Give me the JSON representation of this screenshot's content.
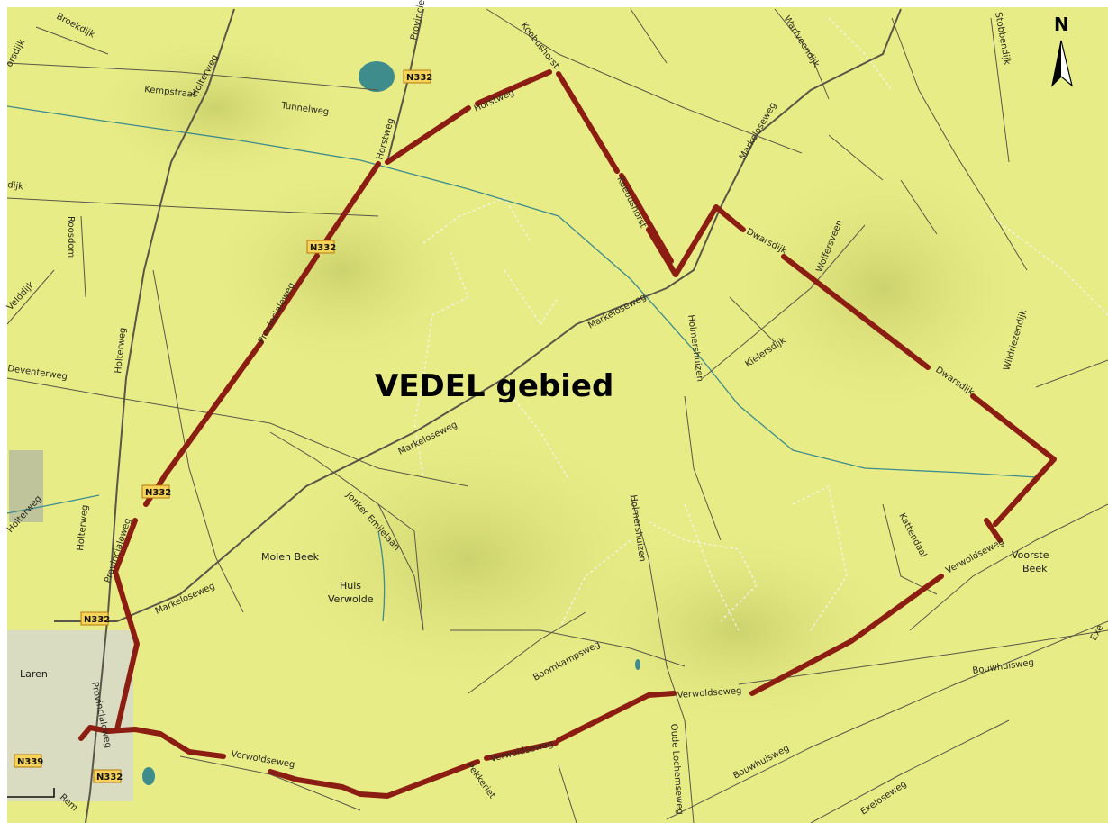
{
  "title": "VEDEL gebied",
  "north_label": "N",
  "colors": {
    "land": "#e8ec86",
    "road": "#5a5648",
    "route": "#8b1d12",
    "water": "#3e8c8c",
    "shield": "#f7d35a"
  },
  "places": {
    "molen_beek": "Molen Beek",
    "huis": "Huis",
    "verwolde": "Verwolde",
    "voorste": "Voorste",
    "beek": "Beek",
    "laren": "Laren"
  },
  "shields": [
    "N332",
    "N332",
    "N332",
    "N332",
    "N332",
    "N339"
  ],
  "roads": {
    "broekdijk": "Broekdijk",
    "orsdijk": "orsdijk",
    "kempstraat": "Kempstraat",
    "holterweg": "Holterweg",
    "tunnelweg": "Tunnelweg",
    "horstweg": "Horstweg",
    "koebushorst": "Koebushorst",
    "warfveendijk": "Warfveendijk",
    "stobbendijk": "Stobbendijk",
    "markeloseweg": "Markeloseweg",
    "dwarsdijk": "Dwarsdijk",
    "wolfersveen": "Wolfersveen",
    "holmershuizen": "Holmershuizen",
    "kielersdijk": "Kielersdijk",
    "wildriezendijk": "Wildriezendijk",
    "provincialeweg": "Provincialeweg",
    "roosdom": "Roosdom",
    "velddijk": "Velddijk",
    "deventerweg": "Deventerweg",
    "dijk": "dijk",
    "jonker_emilelaan": "Jonker Emilelaan",
    "kattendaal": "Kattendaal",
    "verwoldseweg": "Verwoldseweg",
    "bouwhuisweg": "Bouwhuisweg",
    "boomkampsweg": "Boomkampsweg",
    "oude_lochemseweg": "Oude Lochemseweg",
    "pekkeriet": "Pekkeriet",
    "exeloseweg": "Exeloseweg",
    "exe": "Exe",
    "rem": "Rem",
    "provincie": "Provincie"
  }
}
